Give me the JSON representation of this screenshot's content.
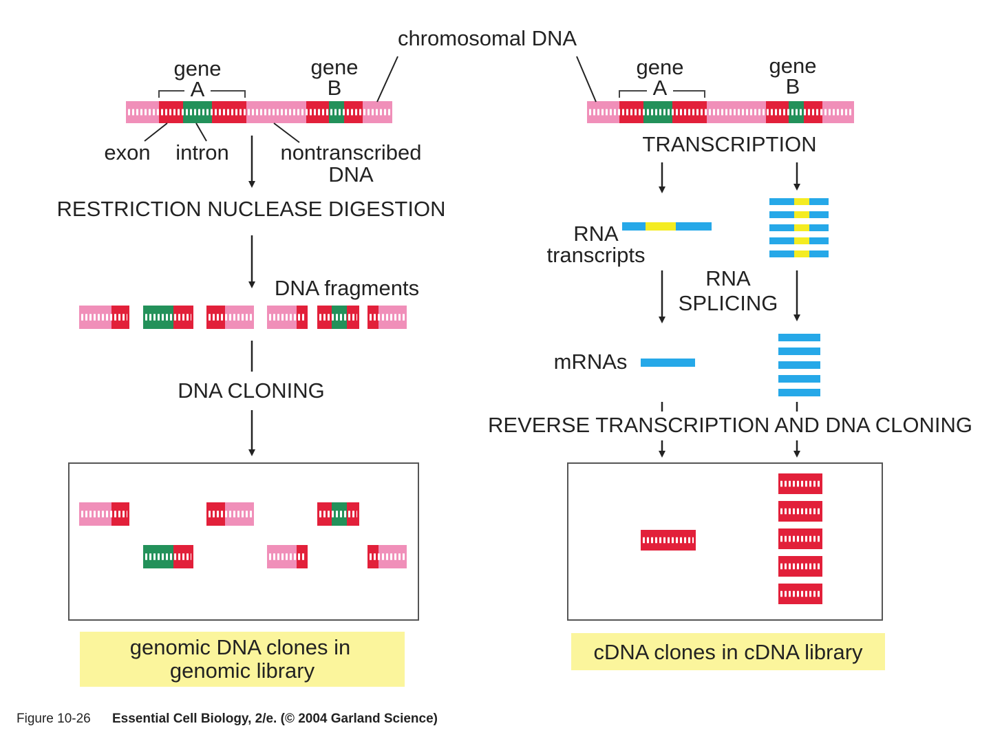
{
  "colors": {
    "exon": "#e2203a",
    "intron": "#23915a",
    "nontranscribed": "#f08fb9",
    "rna_exon": "#26a8e8",
    "rna_intron": "#f4ec22",
    "highlight_box": "#fbf59c",
    "line": "#222222"
  },
  "labels": {
    "chromosomal_dna": "chromosomal DNA",
    "gene_a_left": "gene A",
    "gene_b_left": "gene B",
    "gene_a_right": "gene A",
    "gene_b_right": "gene B",
    "gene": "gene",
    "a": "A",
    "b": "B",
    "exon": "exon",
    "intron": "intron",
    "nontranscribed_1": "nontranscribed",
    "nontranscribed_2": "DNA",
    "restriction": "RESTRICTION NUCLEASE DIGESTION",
    "dna_fragments": "DNA fragments",
    "dna_cloning": "DNA CLONING",
    "genomic_1": "genomic DNA clones in",
    "genomic_2": "genomic library",
    "transcription": "TRANSCRIPTION",
    "rna_1": "RNA",
    "rna_2": "transcripts",
    "splicing_1": "RNA",
    "splicing_2": "SPLICING",
    "mrnas": "mRNAs",
    "reverse": "REVERSE TRANSCRIPTION AND DNA CLONING",
    "cdna": "cDNA clones in cDNA library",
    "caption_prefix": "Figure 10-26",
    "caption_main": "Essential Cell Biology, 2/e. (© 2004 Garland Science)"
  }
}
